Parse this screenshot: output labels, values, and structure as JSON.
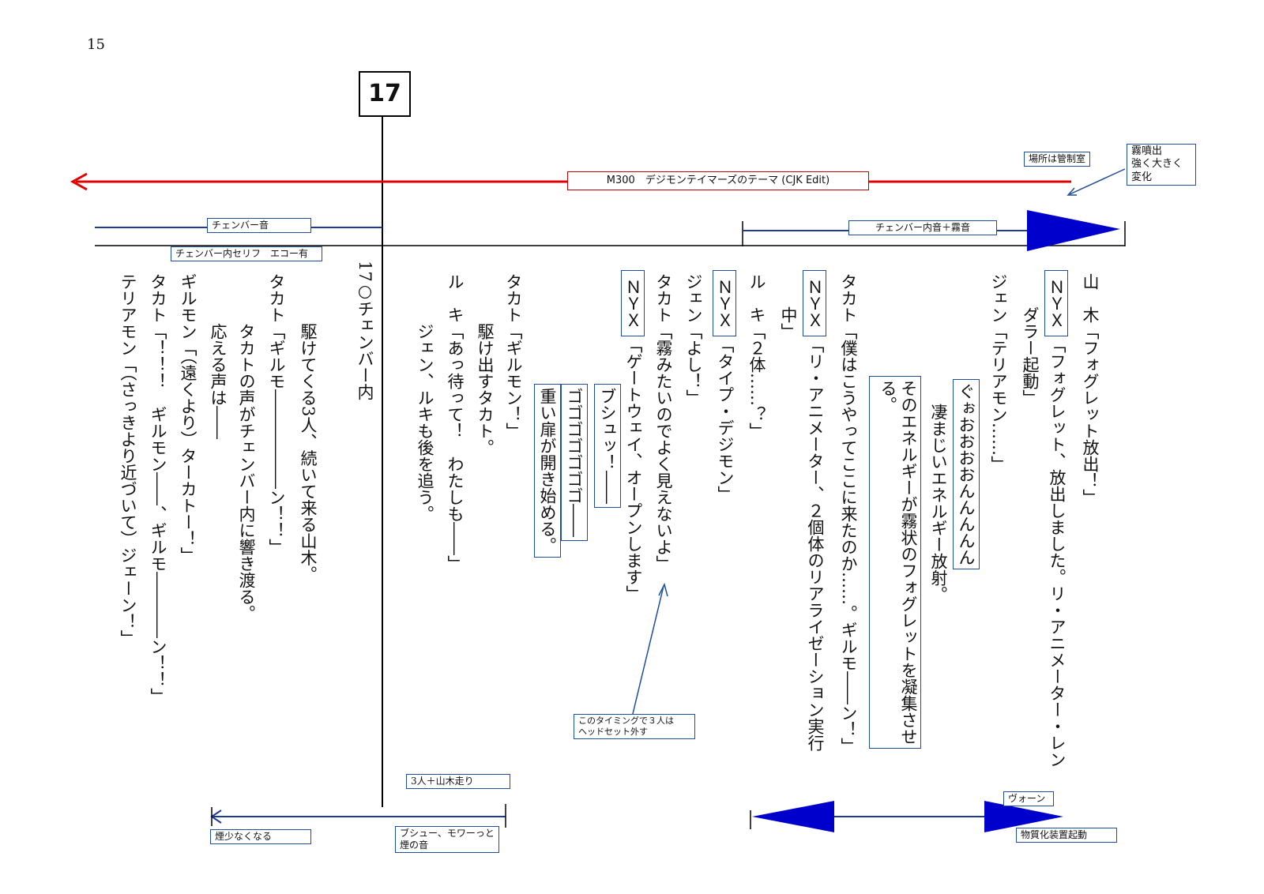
{
  "page_number": "15",
  "scene_number": "17",
  "music_label": "M300　デジモンテイマーズのテーマ (CJK Edit)",
  "notes": {
    "location": "場所は管制室",
    "mist": "霧噴出\n強く大きく\n変化",
    "chamber_sound": "チェンバー音",
    "chamber_inner_sound": "チェンバー内音＋霧音",
    "chamber_dialog": "チェンバー内セリフ　エコー有",
    "headset": "このタイミングで３人は\nヘッドセット外す",
    "running": "3人＋山木走り",
    "smoke_less": "煙少なくなる",
    "smoke_sound": "ブシュー、モワーっと\n煙の音",
    "vone": "ヴォーン",
    "device": "物質化装置起動"
  },
  "lines": {
    "yamaki": "山　木「フォグレット放出！」",
    "nyx1_tag": "ＮＹＸ",
    "nyx1_text": "「フォグレット、放出しました。リ・アニメーター・レン",
    "nyx1_cont": "　　ダラー起動」",
    "jen1": "ジェン「テリアモン……」",
    "sfx_guoo": "ぐぉおおおおんんんんん",
    "stage1": "　　　凄まじいエネルギー放射。",
    "stage2": "そのエネルギーが霧状のフォグレットを凝集させ",
    "stage2b": "る。",
    "takato1": "タカト「僕はこうやってここに来たのか……。ギルモ――ン！」",
    "nyx2_tag": "ＮＹＸ",
    "nyx2_text": "「リ・アニメーター、２個体のリアライゼーション実行",
    "nyx2_cont": "　　中」",
    "ruki1": "ル　キ「２体……？」",
    "nyx3_tag": "ＮＹＸ",
    "nyx3_text": "「タイプ・デジモン」",
    "jen2": "ジェン「よし！」",
    "takato2": "タカト「霧みたいのでよく見えないよ」",
    "nyx4_tag": "ＮＹＸ",
    "nyx4_text": "「ゲートウェイ、オープンします」",
    "sfx_bushu": "ブシュッ！――",
    "sfx_gogo": "ゴゴゴゴゴゴゴ――",
    "sfx_door": "重い扉が開き始める。",
    "takato3": "タカト「ギルモン！」",
    "stage3": "　　　駆け出すタカト。",
    "ruki2": "ル　キ「あっ待って！　わたしも――」",
    "stage4": "　　　ジェン、ルキも後を追う。",
    "scene_heading": "17○チェンバー内",
    "stage5": "　　　駆けてくる3人、続いて来る山木。",
    "takato4": "タカト「ギルモ――――――ン！！」",
    "stage6": "　　　タカトの声がチェンバー内に響き渡る。",
    "stage7": "　　　応える声は――",
    "guilmon": "ギルモン「（遠くより）ターカトー！」",
    "takato5": "タカト「！！！　ギルモン――、ギルモ――――ン！！」",
    "terriermon": "テリアモン「（さっきより近づいて）ジェーン！」"
  },
  "colors": {
    "music_arrow": "#e00000",
    "cue_line": "#1f3a93",
    "cue_fill": "#0000cc",
    "note_border": "#1f4e9c"
  }
}
